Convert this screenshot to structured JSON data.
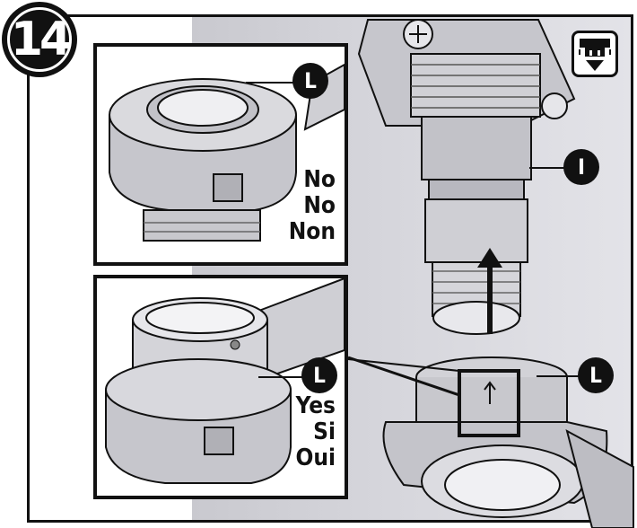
{
  "step": {
    "number": "14"
  },
  "callouts": {
    "top_inset": "L",
    "bottom_inset": "L",
    "fitting": "I",
    "nut": "L"
  },
  "insets": {
    "top": {
      "answers": [
        "No",
        "No",
        "Non"
      ]
    },
    "bottom": {
      "answers": [
        "Yes",
        "Si",
        "Oui"
      ]
    }
  },
  "icons": {
    "corner": "drain-outlet-icon"
  },
  "colors": {
    "line": "#111111",
    "part": "#c8c8cc",
    "background_tint": "#d6d6dc"
  }
}
